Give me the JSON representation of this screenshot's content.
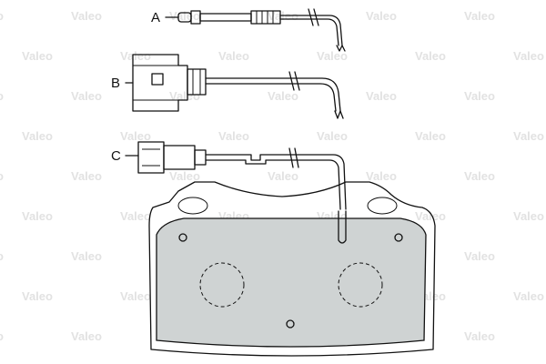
{
  "labels": {
    "a": "A",
    "b": "B",
    "c": "C"
  },
  "watermark": "Valeo",
  "colors": {
    "friction_fill": "#cfd3d3",
    "outline": "#111111",
    "background": "#ffffff",
    "watermark": "#e2e2e2"
  }
}
